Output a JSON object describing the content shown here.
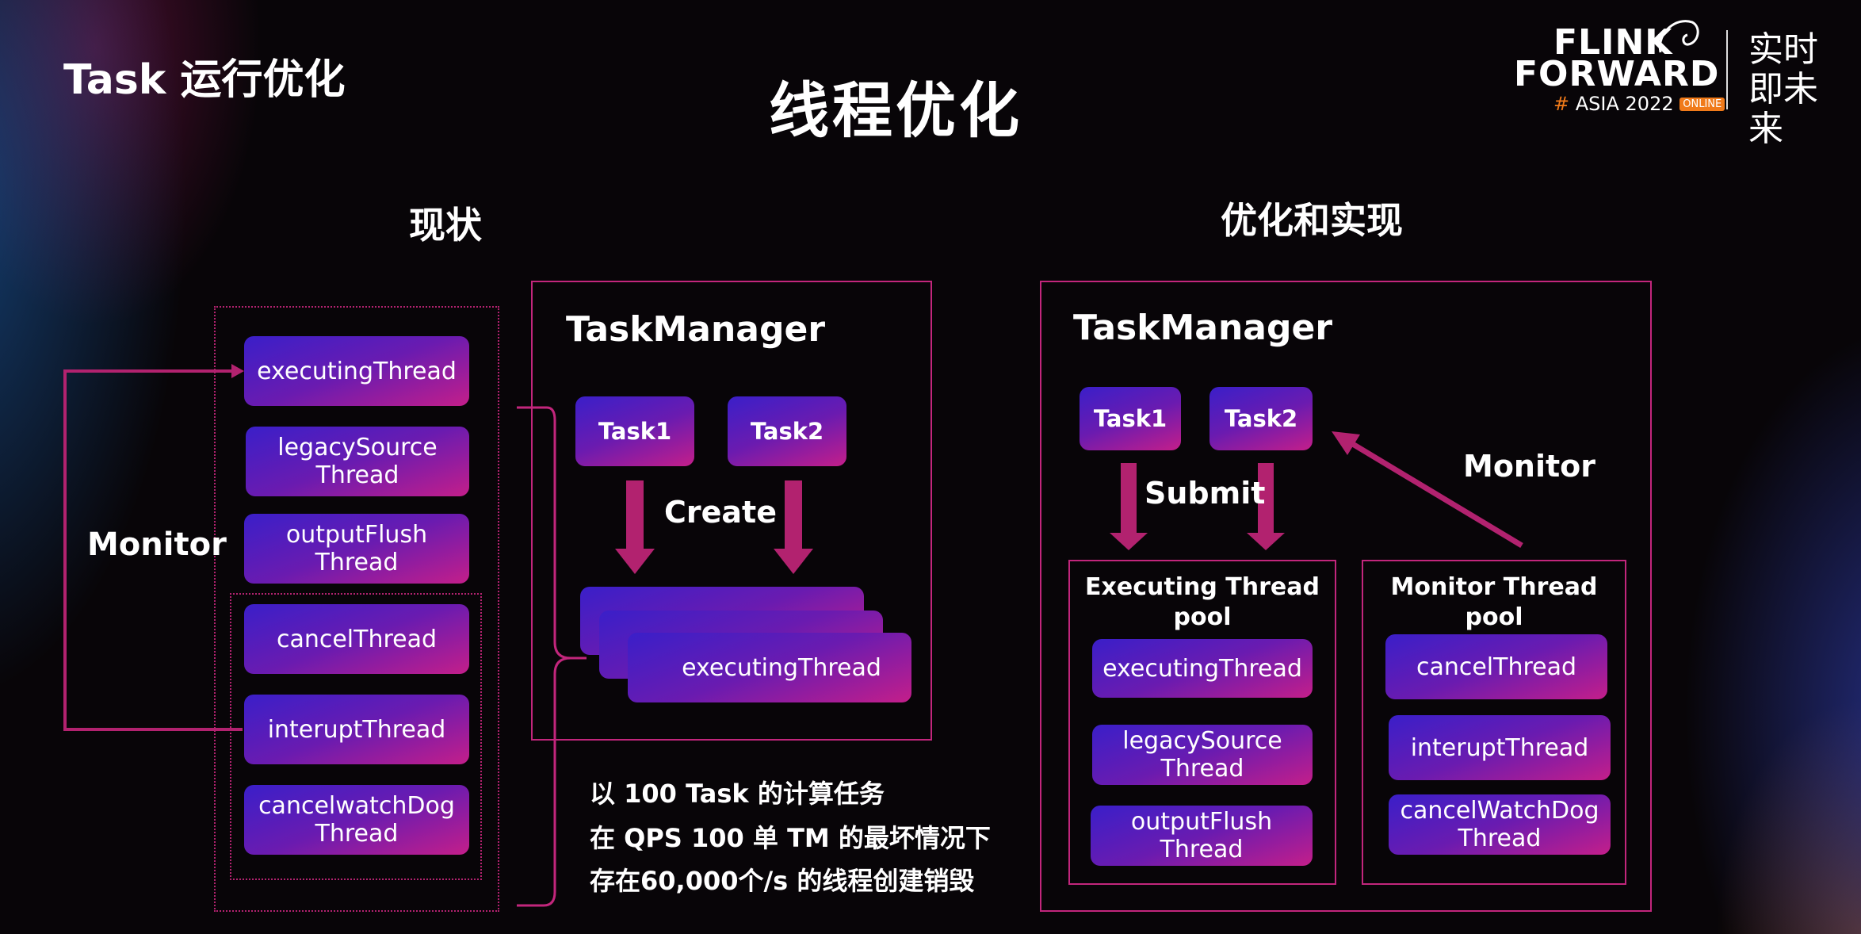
{
  "header": {
    "section_title": "Task 运行优化",
    "main_title": "线程优化",
    "logo_line1": "FLINK",
    "logo_line2": "FORWARD",
    "logo_line3_prefix": "#",
    "logo_line3": "ASIA 2022",
    "logo_badge": "ONLINE",
    "logo_side": "实时即未来"
  },
  "left": {
    "heading": "现状",
    "monitor_label": "Monitor",
    "threads": [
      "executingThread",
      "legacySource\nThread",
      "outputFlush\nThread",
      "cancelThread",
      "interuptThread",
      "cancelwatchDog\nThread"
    ],
    "taskmanager_title": "TaskManager",
    "task1": "Task1",
    "task2": "Task2",
    "create_label": "Create",
    "executing_thread": "executingThread",
    "note_line1": "以 100 Task 的计算任务",
    "note_line2": "在 QPS 100 单 TM 的最坏情况下",
    "note_line3": "存在60,000个/s 的线程创建销毁"
  },
  "right": {
    "heading": "优化和实现",
    "taskmanager_title": "TaskManager",
    "task1": "Task1",
    "task2": "Task2",
    "submit_label": "Submit",
    "monitor_label": "Monitor",
    "exec_pool_title": "Executing Thread\npool",
    "exec_pool_threads": [
      "executingThread",
      "legacySource\nThread",
      "outputFlush\nThread"
    ],
    "monitor_pool_title": "Monitor Thread\npool",
    "monitor_pool_threads": [
      "cancelThread",
      "interuptThread",
      "cancelWatchDog\nThread"
    ]
  },
  "colors": {
    "accent": "#c2267c",
    "pill_start": "#3a1fc9",
    "pill_end": "#c41e8a",
    "logo_orange": "#f07a1a"
  }
}
